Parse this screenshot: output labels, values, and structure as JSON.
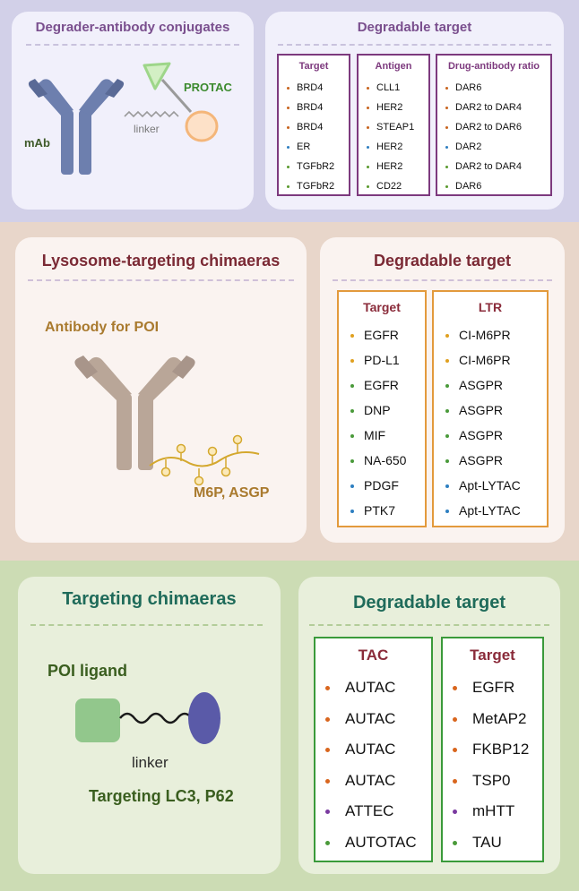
{
  "panel1": {
    "left": {
      "title": "Degrader-antibody conjugates",
      "mab_label": "mAb",
      "protac_label": "PROTAC",
      "linker_label": "linker"
    },
    "right": {
      "title": "Degradable target",
      "columns": [
        {
          "header": "Target",
          "items": [
            {
              "text": "BRD4",
              "color": "#c8641e"
            },
            {
              "text": "BRD4",
              "color": "#c8641e"
            },
            {
              "text": "BRD4",
              "color": "#c8641e"
            },
            {
              "text": "ER",
              "color": "#2e7fc1"
            },
            {
              "text": "TGFbR2",
              "color": "#5a9a2e"
            },
            {
              "text": "TGFbR2",
              "color": "#5a9a2e"
            }
          ]
        },
        {
          "header": "Antigen",
          "items": [
            {
              "text": "CLL1",
              "color": "#c8641e"
            },
            {
              "text": "HER2",
              "color": "#c8641e"
            },
            {
              "text": "STEAP1",
              "color": "#c8641e"
            },
            {
              "text": "HER2",
              "color": "#2e7fc1"
            },
            {
              "text": "HER2",
              "color": "#5a9a2e"
            },
            {
              "text": "CD22",
              "color": "#5a9a2e"
            }
          ]
        },
        {
          "header": "Drug-antibody ratio",
          "items": [
            {
              "text": "DAR6",
              "color": "#c8641e"
            },
            {
              "text": "DAR2 to DAR4",
              "color": "#c8641e"
            },
            {
              "text": "DAR2 to DAR6",
              "color": "#c8641e"
            },
            {
              "text": "DAR2",
              "color": "#2e7fc1"
            },
            {
              "text": "DAR2 to DAR4",
              "color": "#5a9a2e"
            },
            {
              "text": "DAR6",
              "color": "#5a9a2e"
            }
          ]
        }
      ]
    }
  },
  "panel2": {
    "left": {
      "title": "Lysosome-targeting chimaeras",
      "antibody_label": "Antibody for POI",
      "glycan_label": "M6P, ASGP"
    },
    "right": {
      "title": "Degradable target",
      "columns": [
        {
          "header": "Target",
          "items": [
            {
              "text": "EGFR",
              "color": "#e0a020"
            },
            {
              "text": "PD-L1",
              "color": "#e0a020"
            },
            {
              "text": "EGFR",
              "color": "#4a9a3a"
            },
            {
              "text": "DNP",
              "color": "#4a9a3a"
            },
            {
              "text": "MIF",
              "color": "#4a9a3a"
            },
            {
              "text": "NA-650",
              "color": "#4a9a3a"
            },
            {
              "text": "PDGF",
              "color": "#2e7fc1"
            },
            {
              "text": "PTK7",
              "color": "#2e7fc1"
            }
          ]
        },
        {
          "header": "LTR",
          "items": [
            {
              "text": "CI-M6PR",
              "color": "#e0a020"
            },
            {
              "text": "CI-M6PR",
              "color": "#e0a020"
            },
            {
              "text": "ASGPR",
              "color": "#4a9a3a"
            },
            {
              "text": "ASGPR",
              "color": "#4a9a3a"
            },
            {
              "text": "ASGPR",
              "color": "#4a9a3a"
            },
            {
              "text": "ASGPR",
              "color": "#4a9a3a"
            },
            {
              "text": "Apt-LYTAC",
              "color": "#2e7fc1"
            },
            {
              "text": "Apt-LYTAC",
              "color": "#2e7fc1"
            }
          ]
        }
      ]
    }
  },
  "panel3": {
    "left": {
      "title": "Targeting chimaeras",
      "ligand_label": "POI ligand",
      "linker_label": "linker",
      "target_label": "Targeting LC3, P62"
    },
    "right": {
      "title": "Degradable target",
      "columns": [
        {
          "header": "TAC",
          "items": [
            {
              "text": "AUTAC",
              "color": "#d9661e"
            },
            {
              "text": "AUTAC",
              "color": "#d9661e"
            },
            {
              "text": "AUTAC",
              "color": "#d9661e"
            },
            {
              "text": "AUTAC",
              "color": "#d9661e"
            },
            {
              "text": "ATTEC",
              "color": "#7a3aa0"
            },
            {
              "text": "AUTOTAC",
              "color": "#4a9a3a"
            }
          ]
        },
        {
          "header": "Target",
          "items": [
            {
              "text": "EGFR",
              "color": "#d9661e"
            },
            {
              "text": "MetAP2",
              "color": "#d9661e"
            },
            {
              "text": "FKBP12",
              "color": "#d9661e"
            },
            {
              "text": "TSP0",
              "color": "#d9661e"
            },
            {
              "text": "mHTT",
              "color": "#7a3aa0"
            },
            {
              "text": "TAU",
              "color": "#4a9a3a"
            }
          ]
        }
      ]
    }
  }
}
